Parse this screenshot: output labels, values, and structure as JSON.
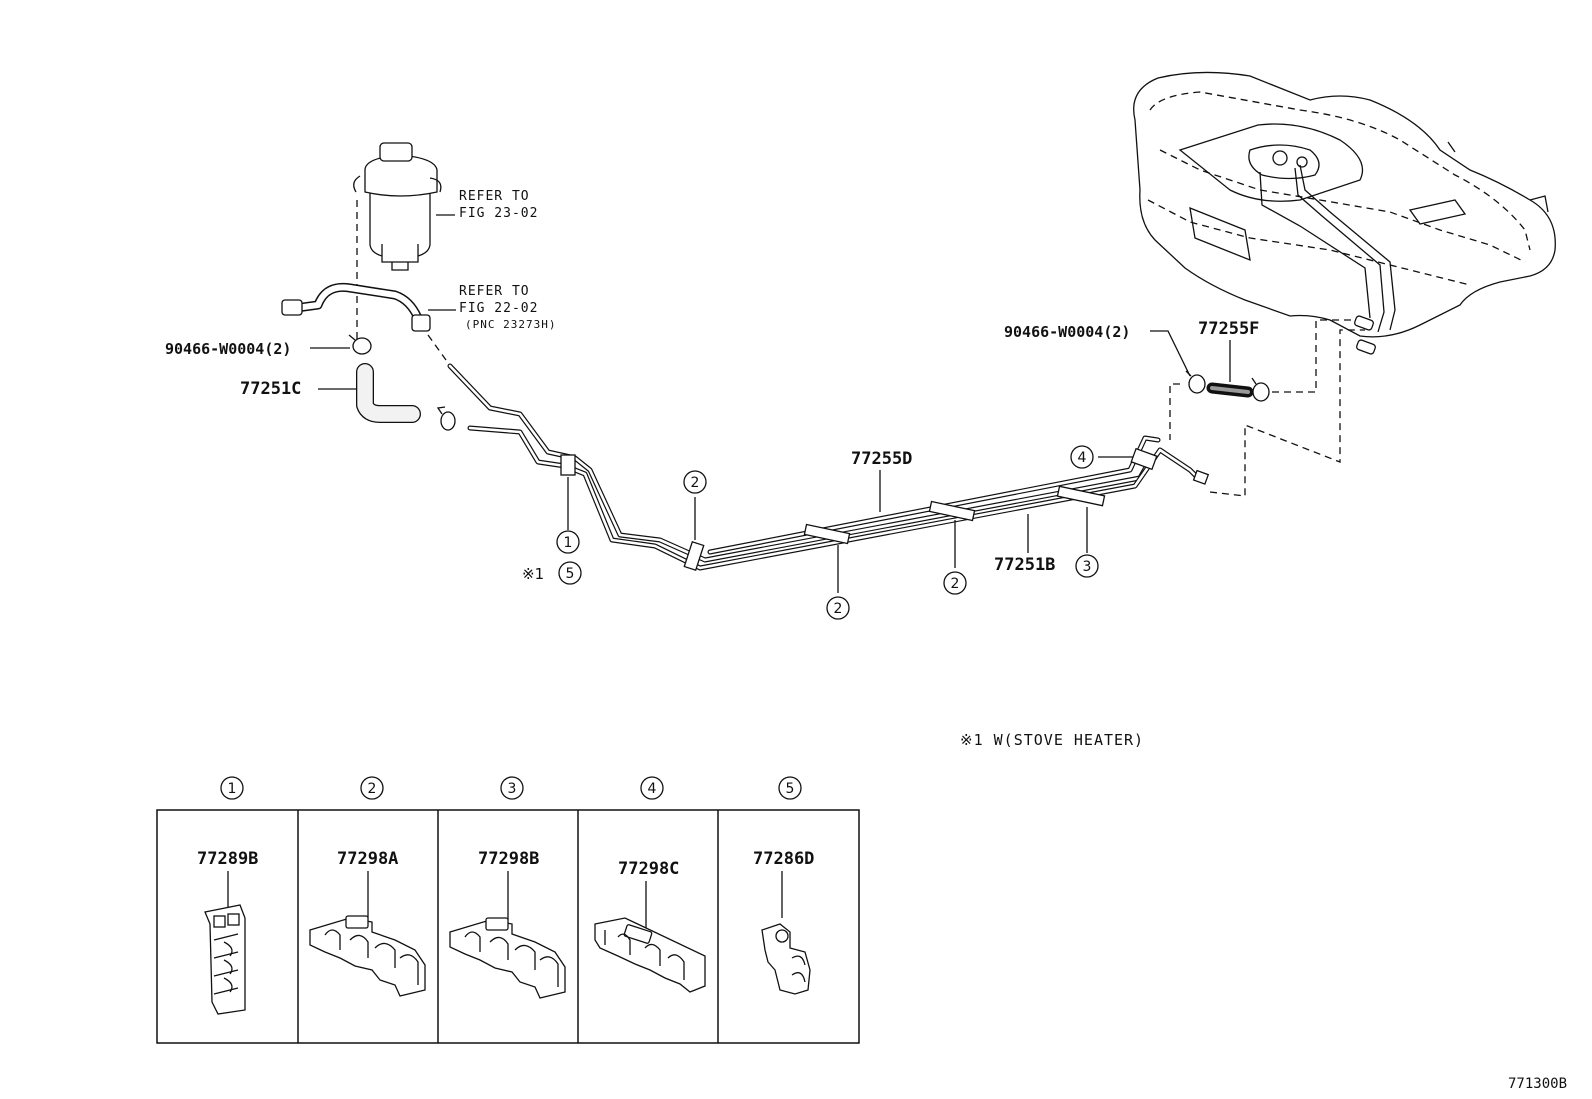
{
  "labels": {
    "hose_left": "77251C",
    "clamp_left": "90466-W0004(2)",
    "clamp_right": "90466-W0004(2)",
    "hose_right": "77255F",
    "tube_main": "77255D",
    "tube_lower": "77251B"
  },
  "references": {
    "fig_23_line1": "REFER TO",
    "fig_23_line2": "FIG 23-02",
    "fig_22_line1": "REFER TO",
    "fig_22_line2": "FIG 22-02",
    "fig_22_line3": "(PNC 23273H)"
  },
  "callouts": [
    "1",
    "2",
    "3",
    "4",
    "5"
  ],
  "note_mark": "※1",
  "footnote": "※1 W(STOVE HEATER)",
  "legend": [
    {
      "num": "1",
      "part": "77289B"
    },
    {
      "num": "2",
      "part": "77298A"
    },
    {
      "num": "3",
      "part": "77298B"
    },
    {
      "num": "4",
      "part": "77298C"
    },
    {
      "num": "5",
      "part": "77286D"
    }
  ],
  "diagram_code": "771300B"
}
